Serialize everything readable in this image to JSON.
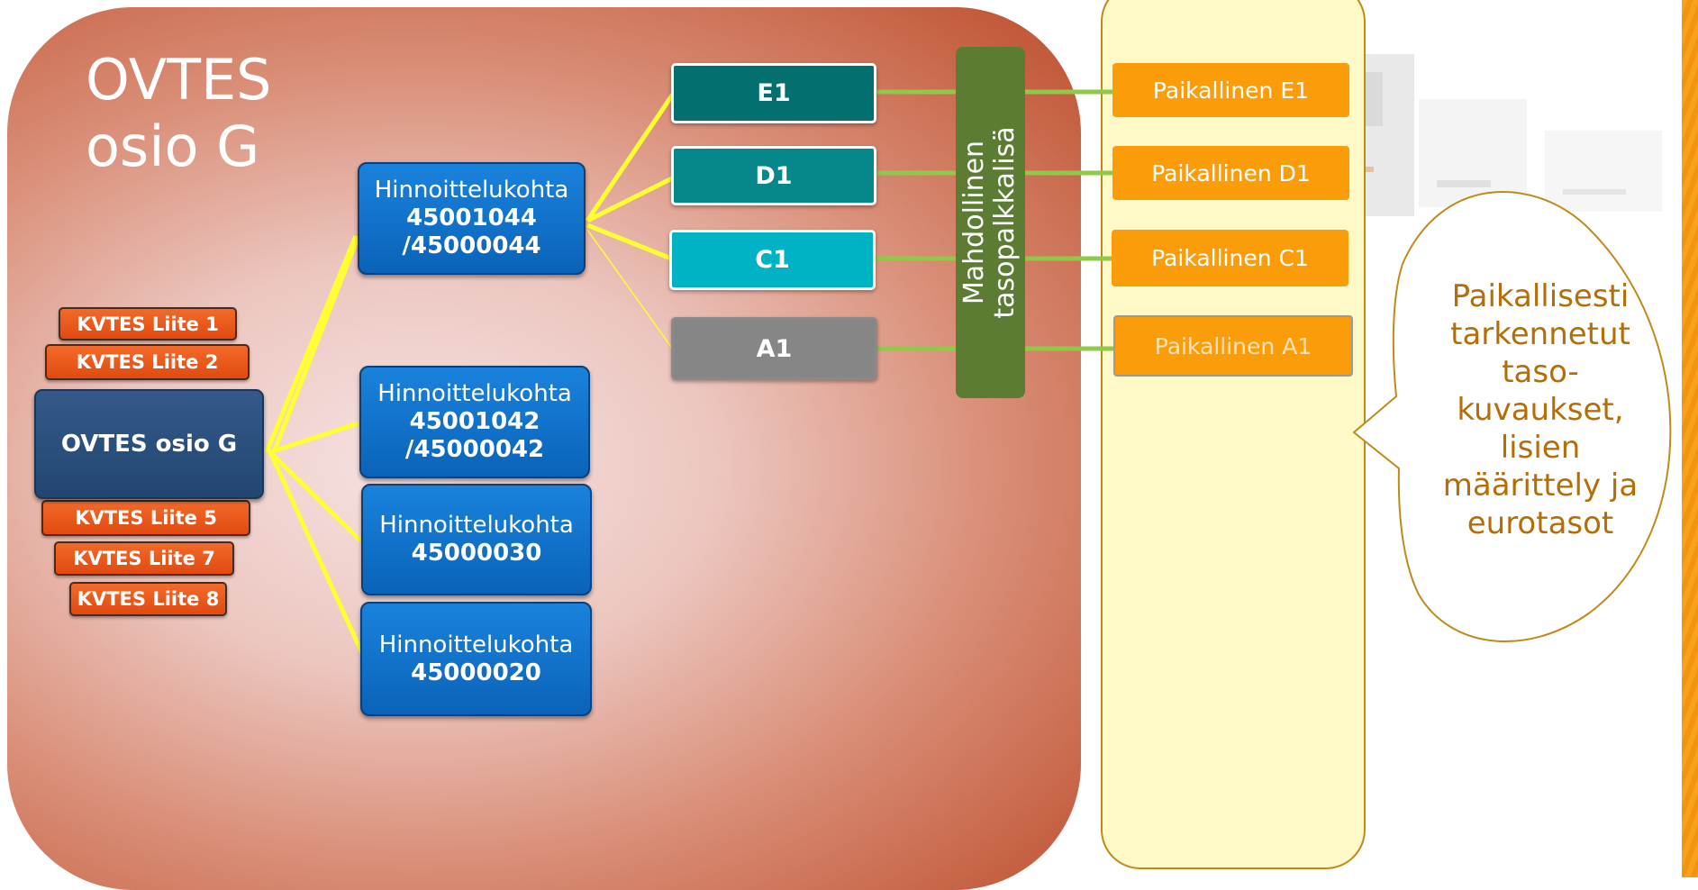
{
  "title": {
    "line1": "OVTES",
    "line2": "osio G"
  },
  "stack": {
    "main": "OVTES osio G",
    "above": [
      "KVTES Liite 1",
      "KVTES Liite 2"
    ],
    "below": [
      "KVTES Liite 5",
      "KVTES Liite 7",
      "KVTES Liite 8"
    ]
  },
  "hinnoittelukohdat": [
    {
      "label": "Hinnoittelukohta",
      "number": "45001044",
      "number2": "/45000044"
    },
    {
      "label": "Hinnoittelukohta",
      "number": "45001042",
      "number2": "/45000042"
    },
    {
      "label": "Hinnoittelukohta",
      "number": "45000030"
    },
    {
      "label": "Hinnoittelukohta",
      "number": "45000020"
    }
  ],
  "levels": [
    {
      "label": "E1",
      "color": "#03706f"
    },
    {
      "label": "D1",
      "color": "#06878c"
    },
    {
      "label": "C1",
      "color": "#00b3c4"
    },
    {
      "label": "A1",
      "color": "#868686"
    }
  ],
  "tasopalkkalisa": {
    "line1": "Mahdollinen",
    "line2": "tasopalkkalisä",
    "color": "#5c7c33"
  },
  "paikalliset": [
    "Paikallinen E1",
    "Paikallinen D1",
    "Paikallinen C1",
    "Paikallinen A1"
  ],
  "bubble": {
    "lines": [
      "Paikallisesti",
      "tarkennetut",
      "taso-",
      "kuvaukset,",
      "lisien",
      "määrittely ja",
      "eurotasot"
    ],
    "color": "#b56d08"
  },
  "connector_color": "#ffff33"
}
